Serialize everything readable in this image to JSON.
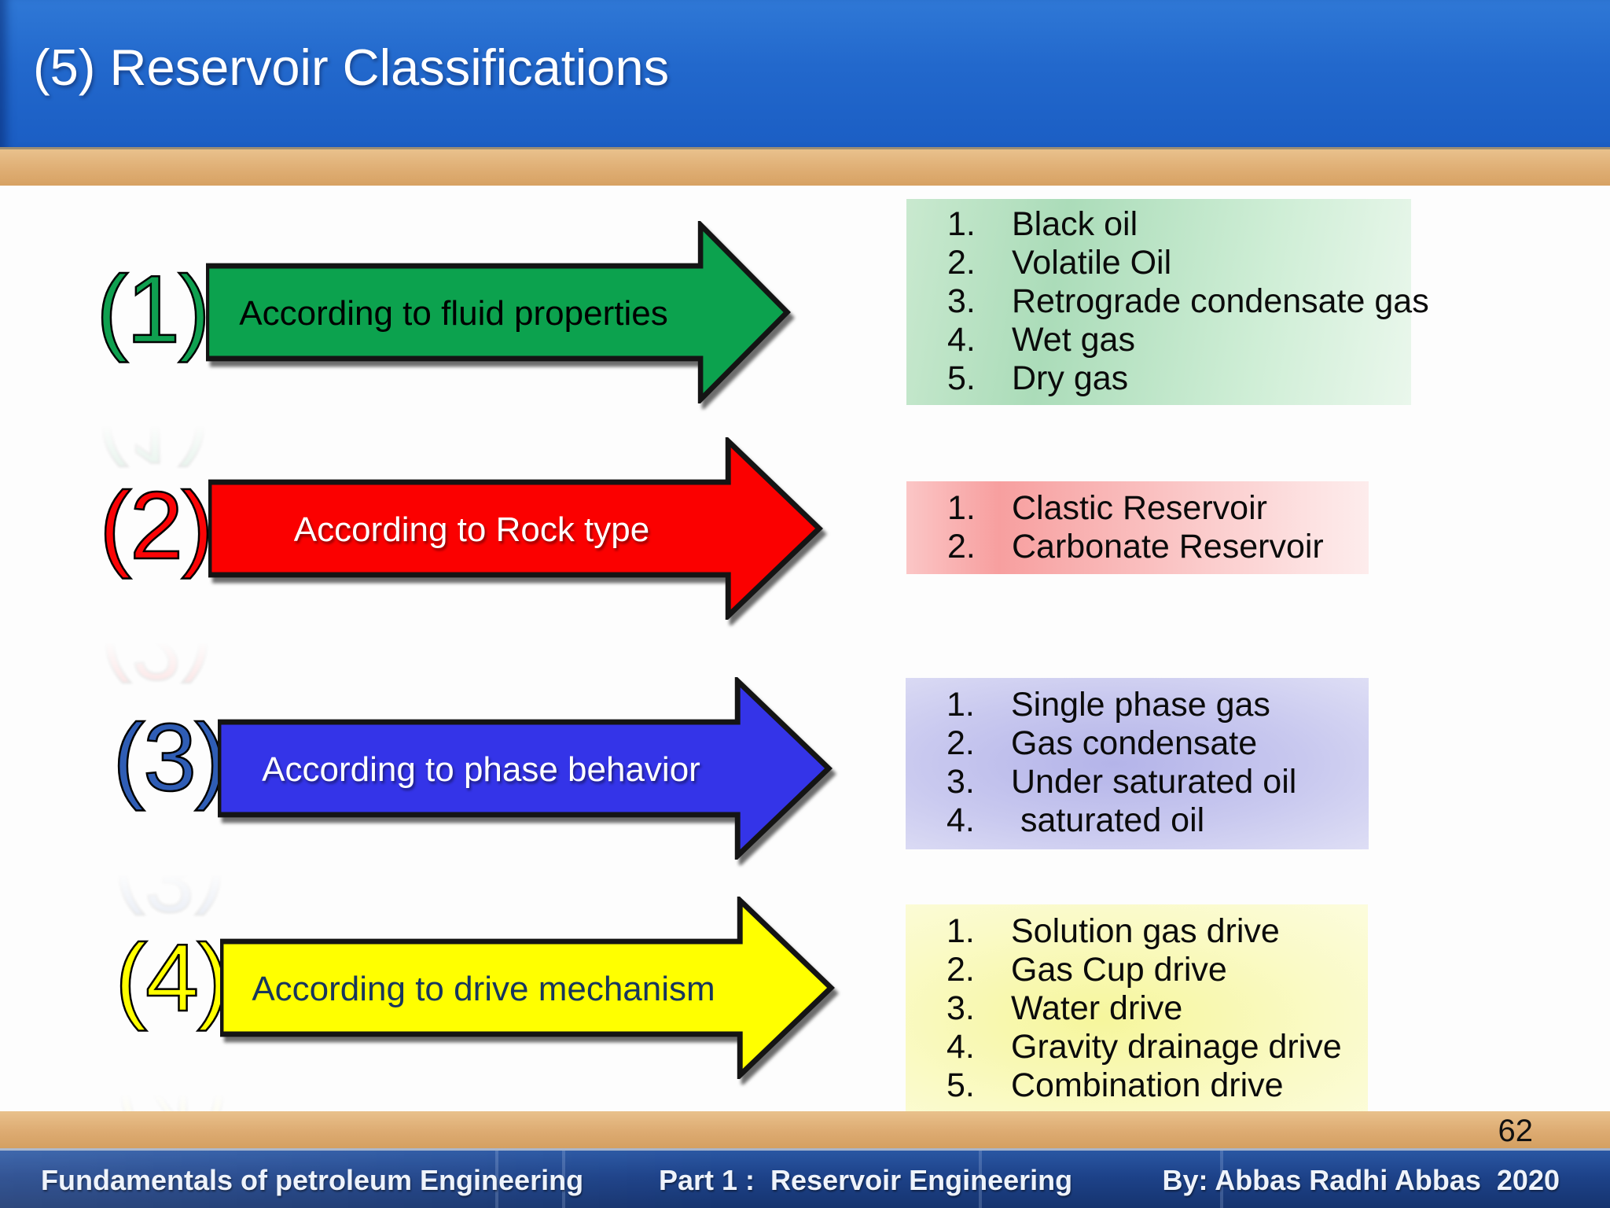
{
  "header": {
    "title": "(5) Reservoir Classifications"
  },
  "page_number": "62",
  "rows": [
    {
      "number": "(1)",
      "label": "According to fluid properties",
      "color": "#0CA24E",
      "items": [
        "Black oil",
        "Volatile Oil",
        "Retrograde condensate gas",
        "Wet gas",
        "Dry gas"
      ]
    },
    {
      "number": "(2)",
      "label": "According to Rock type",
      "color": "#FB0000",
      "items": [
        "Clastic Reservoir",
        "Carbonate Reservoir"
      ]
    },
    {
      "number": "(3)",
      "label": "According to phase behavior",
      "color": "#3434E8",
      "items": [
        "Single phase gas",
        "Gas condensate",
        "Under saturated oil",
        " saturated oil"
      ]
    },
    {
      "number": "(4)",
      "label": "According to drive mechanism",
      "color": "#FFFF00",
      "items": [
        "Solution gas drive",
        "Gas Cup drive",
        "Water drive",
        "Gravity drainage drive",
        "Combination drive"
      ]
    }
  ],
  "footer": {
    "left": "Fundamentals of petroleum Engineering",
    "center": "Part 1 :  Reservoir Engineering",
    "right": "By: Abbas Radhi Abbas  2020"
  },
  "colors": {
    "header_blue": "#2268CC",
    "stripe_tan": "#DDAB72",
    "footer_navy": "#1D4289",
    "arrow_green": "#0CA24E",
    "arrow_red": "#FB0000",
    "arrow_blue": "#3434E8",
    "arrow_yellow": "#FFFF00",
    "list_green_bg": "#BCE2C5",
    "list_red_bg": "#F9B4B4",
    "list_blue_bg": "#C2C2EC",
    "list_yellow_bg": "#FAFABE"
  }
}
